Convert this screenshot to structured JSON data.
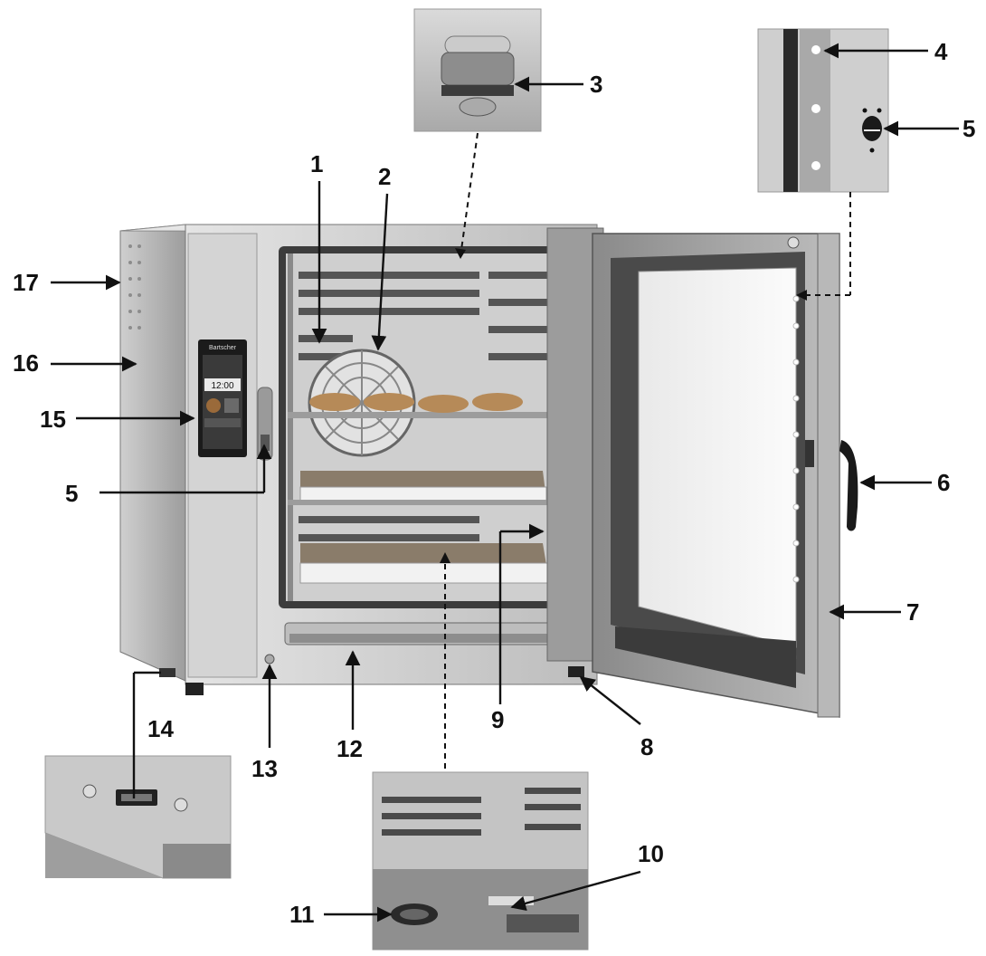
{
  "callouts": [
    {
      "id": "1",
      "label": "1"
    },
    {
      "id": "2",
      "label": "2"
    },
    {
      "id": "3",
      "label": "3"
    },
    {
      "id": "4",
      "label": "4"
    },
    {
      "id": "5a",
      "label": "5"
    },
    {
      "id": "5b",
      "label": "5"
    },
    {
      "id": "6",
      "label": "6"
    },
    {
      "id": "7",
      "label": "7"
    },
    {
      "id": "8",
      "label": "8"
    },
    {
      "id": "9",
      "label": "9"
    },
    {
      "id": "10",
      "label": "10"
    },
    {
      "id": "11",
      "label": "11"
    },
    {
      "id": "12",
      "label": "12"
    },
    {
      "id": "13",
      "label": "13"
    },
    {
      "id": "14",
      "label": "14"
    },
    {
      "id": "15",
      "label": "15"
    },
    {
      "id": "16",
      "label": "16"
    },
    {
      "id": "17",
      "label": "17"
    }
  ],
  "display": {
    "brand": "Bartscher",
    "time": "12:00"
  },
  "colors": {
    "steel_light": "#d7d7d7",
    "steel_mid": "#b3b3b3",
    "steel_dark": "#7c7c7c",
    "glass": "#f2f2f2",
    "screen": "#1b1b1b",
    "line": "#111111"
  }
}
